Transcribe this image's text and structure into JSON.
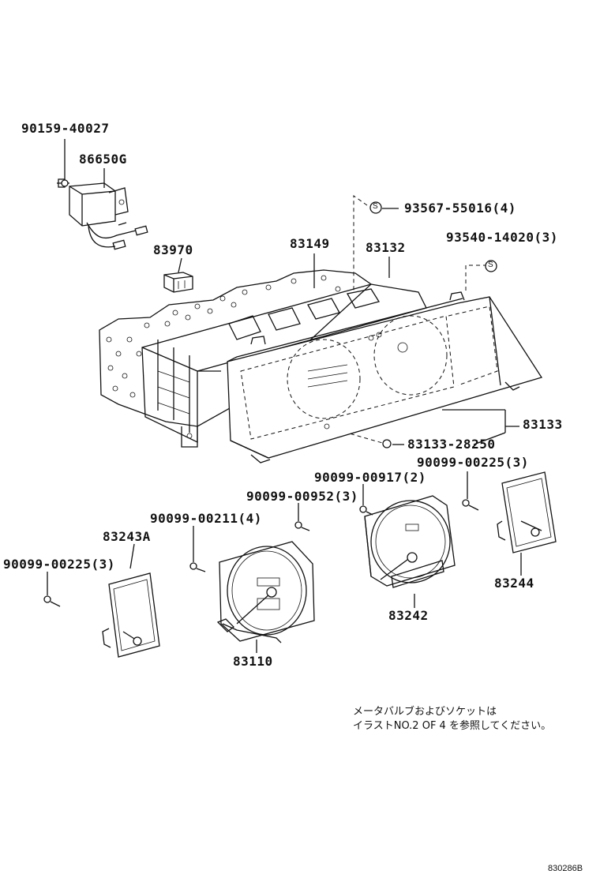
{
  "labels": {
    "p90159_40027": "90159-40027",
    "p86650G": "86650G",
    "p93567_55016": "93567-55016(4)",
    "p83970": "83970",
    "p83149": "83149",
    "p83132": "83132",
    "p93540_14020": "93540-14020(3)",
    "p83133": "83133",
    "p83133_28250": "83133-28250",
    "p90099_00225_right": "90099-00225(3)",
    "p90099_00917": "90099-00917(2)",
    "p90099_00952": "90099-00952(3)",
    "p90099_00211": "90099-00211(4)",
    "p83243A": "83243A",
    "p90099_00225_left": "90099-00225(3)",
    "p83244": "83244",
    "p83242": "83242",
    "p83110": "83110"
  },
  "callout_symbol": "S",
  "note": {
    "line1": "メータバルブおよびソケットは",
    "line2": "イラストNO.2 OF 4 を参照してください。"
  },
  "diagram_code": "830286B"
}
